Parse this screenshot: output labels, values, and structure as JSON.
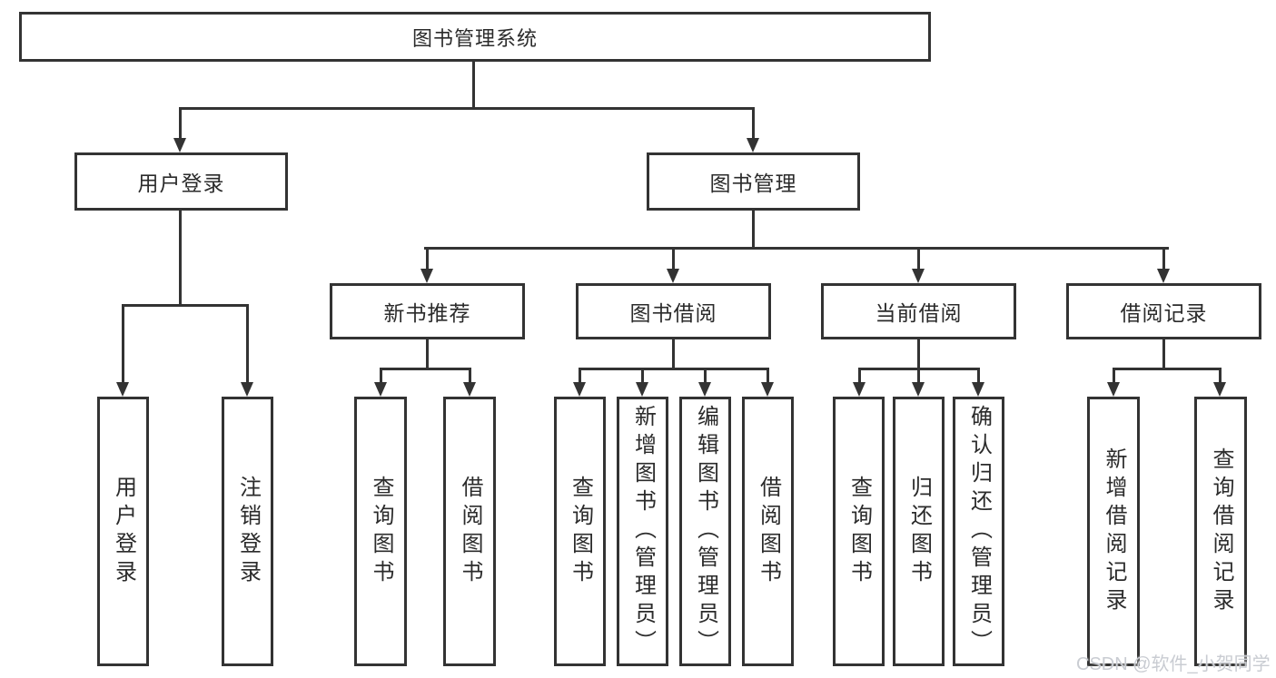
{
  "diagram": {
    "type": "tree",
    "title": "图书管理系统",
    "colors": {
      "background": "#ffffff",
      "line": "#333333",
      "box_border": "#333333",
      "text": "#2b2b2b",
      "watermark": "#c9ccd2"
    }
  },
  "watermark": {
    "text": "CSDN @软件_小贺同学"
  },
  "root": {
    "label": "图书管理系统"
  },
  "branches": [
    {
      "label": "用户登录",
      "children": [
        {
          "label": "用户登录"
        },
        {
          "label": "注销登录"
        }
      ]
    },
    {
      "label": "图书管理",
      "children": [
        {
          "label": "新书推荐",
          "children": [
            {
              "label": "查询图书"
            },
            {
              "label": "借阅图书"
            }
          ]
        },
        {
          "label": "图书借阅",
          "children": [
            {
              "label": "查询图书"
            },
            {
              "label": "新增图书（管理员）"
            },
            {
              "label": "编辑图书（管理员）"
            },
            {
              "label": "借阅图书"
            }
          ]
        },
        {
          "label": "当前借阅",
          "children": [
            {
              "label": "查询图书"
            },
            {
              "label": "归还图书"
            },
            {
              "label": "确认归还（管理员）"
            }
          ]
        },
        {
          "label": "借阅记录",
          "children": [
            {
              "label": "新增借阅记录"
            },
            {
              "label": "查询借阅记录"
            }
          ]
        }
      ]
    }
  ]
}
